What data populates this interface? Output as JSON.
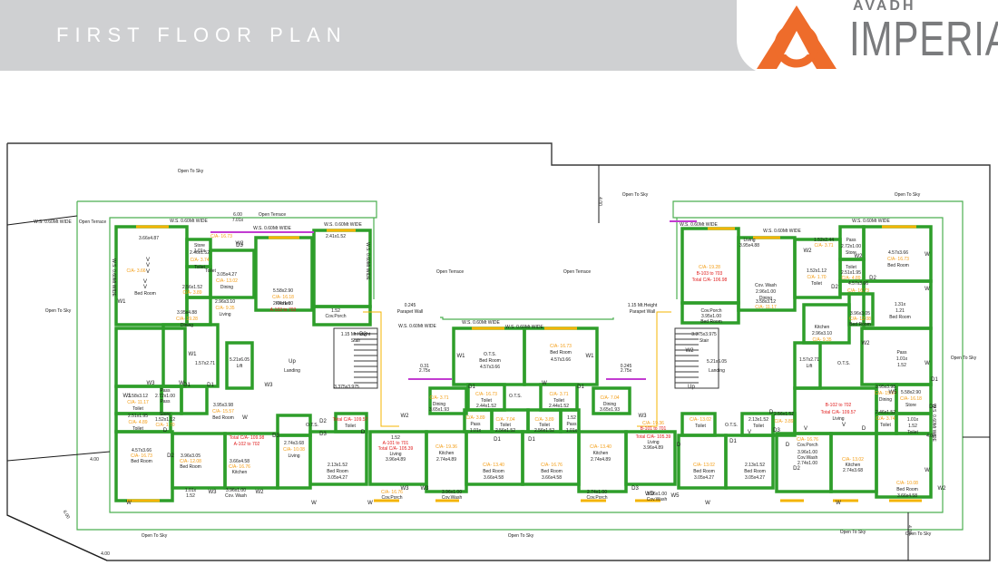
{
  "header": {
    "title": "FIRST FLOOR PLAN",
    "brand_top": "AVADH",
    "brand_main": "IMPERIA"
  },
  "colors": {
    "banner": "#cfd0d2",
    "wall": "#2e9e2a",
    "outline": "#3a3a3a",
    "door": "#f4b400",
    "plot_line": "#4caf50",
    "area_text": "#f39c12",
    "unit_text": "#e01b1b",
    "brand_orange": "#ee6c2b"
  },
  "labels": [
    {
      "t": "Open To Sky",
      "c": "k"
    },
    {
      "t": "Open To Sky",
      "c": "k"
    },
    {
      "t": "Open To Sky",
      "c": "k"
    },
    {
      "t": "Open To Sky",
      "c": "k"
    },
    {
      "t": "Open To Sky",
      "c": "k"
    },
    {
      "t": "Open To Sky",
      "c": "k"
    },
    {
      "t": "Open To Sky",
      "c": "k"
    },
    {
      "t": "Open To Sky",
      "c": "k"
    },
    {
      "t": "Open To Sky",
      "c": "k"
    },
    {
      "t": "Open Terrace",
      "c": "k"
    },
    {
      "t": "Open Terrace",
      "c": "k"
    },
    {
      "t": "Open Terrace",
      "c": "k"
    },
    {
      "t": "Open Terrace",
      "c": "k"
    },
    {
      "t": "W.S. 0.60Mt WIDE",
      "c": "k"
    },
    {
      "t": "W.S. 0.60Mt WIDE",
      "c": "k"
    },
    {
      "t": "W.S. 0.60Mt WIDE",
      "c": "k"
    },
    {
      "t": "W.S. 0.60Mt WIDE",
      "c": "k"
    },
    {
      "t": "W.S. 0.60Mt WIDE",
      "c": "k"
    },
    {
      "t": "W.S. 0.60Mt WIDE",
      "c": "k"
    },
    {
      "t": "W.S. 0.60Mt WIDE",
      "c": "k"
    },
    {
      "t": "W.S. 0.60Mt WIDE",
      "c": "k"
    },
    {
      "t": "W.S. 0.60Mt WIDE",
      "c": "k"
    },
    {
      "t": "W.S. 0.60Mt WIDE",
      "c": "k"
    },
    {
      "t": "W.S. 0.60Mt WIDE",
      "c": "k"
    },
    {
      "t": "W.S. 0.60Mt WIDE",
      "c": "k"
    },
    {
      "t": "W.S. 0.60Mt WIDE",
      "c": "k"
    },
    {
      "t": "4.00",
      "c": "k"
    },
    {
      "t": "4.00",
      "c": "k"
    },
    {
      "t": "4.00",
      "c": "k"
    },
    {
      "t": "4.00",
      "c": "k"
    },
    {
      "t": "4.00",
      "c": "k"
    },
    {
      "t": "6.00",
      "c": "k"
    },
    {
      "t": "6.00",
      "c": "k"
    },
    {
      "t": "7.01x",
      "c": "k"
    },
    {
      "t": "0.31",
      "c": "k"
    },
    {
      "t": "2.75x",
      "c": "k"
    },
    {
      "t": "0.245",
      "c": "k"
    },
    {
      "t": "2.75x",
      "c": "k"
    },
    {
      "t": "0.245",
      "c": "k"
    },
    {
      "t": "Parapet Wall",
      "c": "k"
    },
    {
      "t": "1.15 Mt.Height",
      "c": "k"
    },
    {
      "t": "Parapet Wall",
      "c": "k"
    },
    {
      "t": "1.15 Mt.Height",
      "c": "k"
    },
    {
      "t": "Stair",
      "c": "k"
    },
    {
      "t": "3.375x3.975",
      "c": "k"
    },
    {
      "t": "Stair",
      "c": "k"
    },
    {
      "t": "3.375x3.975",
      "c": "k"
    },
    {
      "t": "Up",
      "c": "k"
    },
    {
      "t": "Up",
      "c": "k"
    },
    {
      "t": "Landing",
      "c": "k"
    },
    {
      "t": "5.21x6.05",
      "c": "k"
    },
    {
      "t": "Landing",
      "c": "k"
    },
    {
      "t": "5.21x6.05",
      "c": "k"
    },
    {
      "t": "Lift",
      "c": "k"
    },
    {
      "t": "1.57x2.71",
      "c": "k"
    },
    {
      "t": "Lift",
      "c": "k"
    },
    {
      "t": "1.57x2.71",
      "c": "k"
    },
    {
      "t": "O.T.S.",
      "c": "k"
    },
    {
      "t": "O.T.S.",
      "c": "k"
    },
    {
      "t": "O.T.S.",
      "c": "k"
    },
    {
      "t": "O.T.S.",
      "c": "k"
    },
    {
      "t": "O.T.S.",
      "c": "k"
    },
    {
      "t": "Bed Room",
      "c": "k"
    },
    {
      "t": "4.57x3.66",
      "c": "k"
    },
    {
      "t": "C/A- 16.73",
      "c": "o"
    },
    {
      "t": "Bed Room",
      "c": "k"
    },
    {
      "t": "4.57x3.66",
      "c": "k"
    },
    {
      "t": "C/A- 16.73",
      "c": "o"
    },
    {
      "t": "Toilet",
      "c": "k"
    },
    {
      "t": "2.44x1.52",
      "c": "k"
    },
    {
      "t": "C/A- 3.71",
      "c": "o"
    },
    {
      "t": "Toilet",
      "c": "k"
    },
    {
      "t": "2.44x1.52",
      "c": "k"
    },
    {
      "t": "C/A- 3.71",
      "c": "o"
    },
    {
      "t": "Dining",
      "c": "k"
    },
    {
      "t": "3.65x1.93",
      "c": "k"
    },
    {
      "t": "C/A- 7.04",
      "c": "o"
    },
    {
      "t": "Dining",
      "c": "k"
    },
    {
      "t": "3.65x1.93",
      "c": "k"
    },
    {
      "t": "C/A- 7.04",
      "c": "o"
    },
    {
      "t": "Toilet",
      "c": "k"
    },
    {
      "t": "2.56x1.52",
      "c": "k"
    },
    {
      "t": "C/A- 3.89",
      "c": "o"
    },
    {
      "t": "Toilet",
      "c": "k"
    },
    {
      "t": "2.56x1.52",
      "c": "k"
    },
    {
      "t": "C/A- 3.89",
      "c": "o"
    },
    {
      "t": "Pass",
      "c": "k"
    },
    {
      "t": "1.01x",
      "c": "k"
    },
    {
      "t": "1.52",
      "c": "k"
    },
    {
      "t": "Pass",
      "c": "k"
    },
    {
      "t": "1.01x",
      "c": "k"
    },
    {
      "t": "1.52",
      "c": "k"
    },
    {
      "t": "A-101 to 701",
      "c": "r"
    },
    {
      "t": "Total C/A- 105.39",
      "c": "r"
    },
    {
      "t": "Living",
      "c": "k"
    },
    {
      "t": "3.96x4.89",
      "c": "k"
    },
    {
      "t": "C/A- 19.36",
      "c": "o"
    },
    {
      "t": "B-101 to 701",
      "c": "r"
    },
    {
      "t": "Total C/A- 105.39",
      "c": "r"
    },
    {
      "t": "Living",
      "c": "k"
    },
    {
      "t": "3.96x4.89",
      "c": "k"
    },
    {
      "t": "C/A- 19.36",
      "c": "o"
    },
    {
      "t": "Kitchen",
      "c": "k"
    },
    {
      "t": "2.74x4.89",
      "c": "k"
    },
    {
      "t": "C/A- 13.40",
      "c": "o"
    },
    {
      "t": "Kitchen",
      "c": "k"
    },
    {
      "t": "2.74x4.89",
      "c": "k"
    },
    {
      "t": "C/A- 13.40",
      "c": "o"
    },
    {
      "t": "Bed Room",
      "c": "k"
    },
    {
      "t": "3.66x4.58",
      "c": "k"
    },
    {
      "t": "C/A- 16.76",
      "c": "o"
    },
    {
      "t": "Bed Room",
      "c": "k"
    },
    {
      "t": "3.66x4.58",
      "c": "k"
    },
    {
      "t": "C/A- 16.76",
      "c": "o"
    },
    {
      "t": "Cov.Porch",
      "c": "k"
    },
    {
      "t": "3.96x1.00",
      "c": "k"
    },
    {
      "t": "Cov.Wash",
      "c": "k"
    },
    {
      "t": "2.74x1.00",
      "c": "k"
    },
    {
      "t": "Cov.Porch",
      "c": "k"
    },
    {
      "t": "3.96x1.00",
      "c": "k"
    },
    {
      "t": "Cov.Wash",
      "c": "k"
    },
    {
      "t": "2.74x1.00",
      "c": "k"
    },
    {
      "t": "A-103 to 703",
      "c": "r"
    },
    {
      "t": "Total C/A- 109.98",
      "c": "r"
    },
    {
      "t": "A-102 to 702",
      "c": "r"
    },
    {
      "t": "Total C/A- 109.57",
      "c": "r"
    },
    {
      "t": "Toilet",
      "c": "k"
    },
    {
      "t": "2.13x1.52",
      "c": "k"
    },
    {
      "t": "Bed Room",
      "c": "k"
    },
    {
      "t": "3.05x4.27",
      "c": "k"
    },
    {
      "t": "C/A- 13.02",
      "c": "o"
    },
    {
      "t": "Bed Room",
      "c": "k"
    },
    {
      "t": "3.05x4.27",
      "c": "k"
    },
    {
      "t": "C/A- 13.02",
      "c": "o"
    },
    {
      "t": "Toilet",
      "c": "k"
    },
    {
      "t": "2.13x1.52",
      "c": "k"
    },
    {
      "t": "Toilet",
      "c": "k"
    },
    {
      "t": "2.13x1.52",
      "c": "k"
    },
    {
      "t": "Bed Room",
      "c": "k"
    },
    {
      "t": "3.05x4.27",
      "c": "k"
    },
    {
      "t": "C/A- 13.02",
      "c": "o"
    },
    {
      "t": "Kitchen",
      "c": "k"
    },
    {
      "t": "2.74x3.68",
      "c": "k"
    },
    {
      "t": "C/A- 10.08",
      "c": "o"
    },
    {
      "t": "Bed Room",
      "c": "k"
    },
    {
      "t": "3.66x4.58",
      "c": "k"
    },
    {
      "t": "C/A- 16.76",
      "c": "o"
    },
    {
      "t": "Cov.Porch",
      "c": "k"
    },
    {
      "t": "3.96x1.00",
      "c": "k"
    },
    {
      "t": "Cov.Wash",
      "c": "k"
    },
    {
      "t": "2.74x1.00",
      "c": "k"
    },
    {
      "t": "B-102 to 702",
      "c": "r"
    },
    {
      "t": "Total C/A- 109.57",
      "c": "r"
    },
    {
      "t": "Living",
      "c": "k"
    },
    {
      "t": "3.95x3.98",
      "c": "k"
    },
    {
      "t": "C/A- 15.57",
      "c": "o"
    },
    {
      "t": "Dining",
      "c": "k"
    },
    {
      "t": "5.58x2.90",
      "c": "k"
    },
    {
      "t": "C/A- 16.18",
      "c": "o"
    },
    {
      "t": "Store",
      "c": "k"
    },
    {
      "t": "1.01x",
      "c": "k"
    },
    {
      "t": "1.52",
      "c": "k"
    },
    {
      "t": "Toilet",
      "c": "k"
    },
    {
      "t": "2.46x1.52",
      "c": "k"
    },
    {
      "t": "C/A- 3.74",
      "c": "o"
    },
    {
      "t": "Toilet",
      "c": "k"
    },
    {
      "t": "2.56x1.52",
      "c": "k"
    },
    {
      "t": "C/A- 3.89",
      "c": "o"
    },
    {
      "t": "Pass",
      "c": "k"
    },
    {
      "t": "1.01x",
      "c": "k"
    },
    {
      "t": "1.52",
      "c": "k"
    },
    {
      "t": "1.31x",
      "c": "k"
    },
    {
      "t": "1.21",
      "c": "k"
    },
    {
      "t": "Bed Room",
      "c": "k"
    },
    {
      "t": "4.57x3.66",
      "c": "k"
    },
    {
      "t": "C/A- 16.73",
      "c": "o"
    },
    {
      "t": "Bed Room",
      "c": "k"
    },
    {
      "t": "3.96x3.05",
      "c": "k"
    },
    {
      "t": "C/A- 12.08",
      "c": "o"
    },
    {
      "t": "Bed Room",
      "c": "k"
    },
    {
      "t": "4.57x3.66",
      "c": "k"
    },
    {
      "t": "C/A- 16.73",
      "c": "o"
    },
    {
      "t": "Toilet",
      "c": "k"
    },
    {
      "t": "2.51x1.95",
      "c": "k"
    },
    {
      "t": "C/A- 4.89",
      "c": "o"
    },
    {
      "t": "Pass",
      "c": "k"
    },
    {
      "t": "2.72x1.00",
      "c": "k"
    },
    {
      "t": "Store",
      "c": "k"
    },
    {
      "t": "1.52x1.12",
      "c": "k"
    },
    {
      "t": "C/A- 1.70",
      "c": "o"
    },
    {
      "t": "Toilet",
      "c": "k"
    },
    {
      "t": "1.52x2.44",
      "c": "k"
    },
    {
      "t": "C/A- 3.71",
      "c": "o"
    },
    {
      "t": "Kitchen",
      "c": "k"
    },
    {
      "t": "2.96x3.10",
      "c": "k"
    },
    {
      "t": "C/A- 9.35",
      "c": "o"
    },
    {
      "t": "Cov. Wash",
      "c": "k"
    },
    {
      "t": "2.96x1.00",
      "c": "k"
    },
    {
      "t": "Dining",
      "c": "k"
    },
    {
      "t": "3.58x3.12",
      "c": "k"
    },
    {
      "t": "C/A- 11.17",
      "c": "o"
    },
    {
      "t": "Living",
      "c": "k"
    },
    {
      "t": "3.95x4.88",
      "c": "k"
    },
    {
      "t": "C/A- 19.28",
      "c": "o"
    },
    {
      "t": "B-103 to 703",
      "c": "r"
    },
    {
      "t": "Total C/A- 106.98",
      "c": "r"
    },
    {
      "t": "Cov.Porch",
      "c": "k"
    },
    {
      "t": "3.95x1.00",
      "c": "k"
    },
    {
      "t": "Bed Room",
      "c": "k"
    },
    {
      "t": "3.66x4.87",
      "c": "k"
    },
    {
      "t": "C/A- 16.73",
      "c": "o"
    },
    {
      "t": "Toilet",
      "c": "k"
    },
    {
      "t": "2.41x1.52",
      "c": "k"
    },
    {
      "t": "C/A- 3.66",
      "c": "o"
    },
    {
      "t": "W",
      "c": "k"
    },
    {
      "t": "W",
      "c": "k"
    },
    {
      "t": "W",
      "c": "k"
    },
    {
      "t": "W",
      "c": "k"
    },
    {
      "t": "W",
      "c": "k"
    },
    {
      "t": "W",
      "c": "k"
    },
    {
      "t": "W",
      "c": "k"
    },
    {
      "t": "W",
      "c": "k"
    },
    {
      "t": "W",
      "c": "k"
    },
    {
      "t": "W",
      "c": "k"
    },
    {
      "t": "W",
      "c": "k"
    },
    {
      "t": "W",
      "c": "k"
    },
    {
      "t": "W1",
      "c": "k"
    },
    {
      "t": "W1",
      "c": "k"
    },
    {
      "t": "W1",
      "c": "k"
    },
    {
      "t": "W1",
      "c": "k"
    },
    {
      "t": "W1",
      "c": "k"
    },
    {
      "t": "W2",
      "c": "k"
    },
    {
      "t": "W2",
      "c": "k"
    },
    {
      "t": "W2",
      "c": "k"
    },
    {
      "t": "W2",
      "c": "k"
    },
    {
      "t": "W2",
      "c": "k"
    },
    {
      "t": "W2",
      "c": "k"
    },
    {
      "t": "W2",
      "c": "k"
    },
    {
      "t": "W2",
      "c": "k"
    },
    {
      "t": "W3",
      "c": "k"
    },
    {
      "t": "W3",
      "c": "k"
    },
    {
      "t": "W3",
      "c": "k"
    },
    {
      "t": "W3",
      "c": "k"
    },
    {
      "t": "W3",
      "c": "k"
    },
    {
      "t": "W3",
      "c": "k"
    },
    {
      "t": "W5",
      "c": "k"
    },
    {
      "t": "W5",
      "c": "k"
    },
    {
      "t": "WD",
      "c": "k"
    },
    {
      "t": "D",
      "c": "k"
    },
    {
      "t": "D",
      "c": "k"
    },
    {
      "t": "D",
      "c": "k"
    },
    {
      "t": "D",
      "c": "k"
    },
    {
      "t": "D",
      "c": "k"
    },
    {
      "t": "D",
      "c": "k"
    },
    {
      "t": "D1",
      "c": "k"
    },
    {
      "t": "D1",
      "c": "k"
    },
    {
      "t": "D1",
      "c": "k"
    },
    {
      "t": "D1",
      "c": "k"
    },
    {
      "t": "D1",
      "c": "k"
    },
    {
      "t": "D1",
      "c": "k"
    },
    {
      "t": "D1",
      "c": "k"
    },
    {
      "t": "D1",
      "c": "k"
    },
    {
      "t": "D2",
      "c": "k"
    },
    {
      "t": "D2",
      "c": "k"
    },
    {
      "t": "D2",
      "c": "k"
    },
    {
      "t": "D2",
      "c": "k"
    },
    {
      "t": "D2",
      "c": "k"
    },
    {
      "t": "D2",
      "c": "k"
    },
    {
      "t": "D3",
      "c": "k"
    },
    {
      "t": "D3",
      "c": "k"
    },
    {
      "t": "D3",
      "c": "k"
    },
    {
      "t": "D3",
      "c": "k"
    },
    {
      "t": "D3",
      "c": "k"
    },
    {
      "t": "D3",
      "c": "k"
    },
    {
      "t": "V",
      "c": "k"
    },
    {
      "t": "V",
      "c": "k"
    },
    {
      "t": "V",
      "c": "k"
    },
    {
      "t": "V",
      "c": "k"
    },
    {
      "t": "V",
      "c": "k"
    },
    {
      "t": "V",
      "c": "k"
    },
    {
      "t": "V",
      "c": "k"
    },
    {
      "t": "V",
      "c": "k"
    },
    {
      "t": "Bed Room",
      "c": "k"
    },
    {
      "t": "4.57x3.66",
      "c": "k"
    },
    {
      "t": "C/A- 16.73",
      "c": "o"
    },
    {
      "t": "Bed Room",
      "c": "k"
    },
    {
      "t": "3.96x3.05",
      "c": "k"
    },
    {
      "t": "C/A- 12.08",
      "c": "o"
    },
    {
      "t": "Bed Room",
      "c": "k"
    },
    {
      "t": "3.66x4.58",
      "c": "k"
    },
    {
      "t": "C/A- 16.76",
      "c": "o"
    },
    {
      "t": "Kitchen",
      "c": "k"
    },
    {
      "t": "2.74x3.68",
      "c": "k"
    },
    {
      "t": "C/A- 10.08",
      "c": "o"
    },
    {
      "t": "Living",
      "c": "k"
    },
    {
      "t": "3.95x3.98",
      "c": "k"
    },
    {
      "t": "C/A- 15.57",
      "c": "o"
    },
    {
      "t": "Bed Room",
      "c": "k"
    },
    {
      "t": "3.05x4.27",
      "c": "k"
    },
    {
      "t": "C/A- 13.02",
      "c": "o"
    },
    {
      "t": "Dining",
      "c": "k"
    },
    {
      "t": "5.58x2.90",
      "c": "k"
    },
    {
      "t": "C/A- 16.18",
      "c": "o"
    },
    {
      "t": "Kitchen",
      "c": "k"
    },
    {
      "t": "2.96x3.10",
      "c": "k"
    },
    {
      "t": "C/A- 9.35",
      "c": "o"
    },
    {
      "t": "Living",
      "c": "k"
    },
    {
      "t": "3.95x4.88",
      "c": "k"
    },
    {
      "t": "C/A- 19.28",
      "c": "o"
    },
    {
      "t": "Dining",
      "c": "k"
    },
    {
      "t": "3.58x3.12",
      "c": "k"
    },
    {
      "t": "C/A- 11.17",
      "c": "o"
    },
    {
      "t": "Toilet",
      "c": "k"
    },
    {
      "t": "2.51x1.95",
      "c": "k"
    },
    {
      "t": "C/A- 4.89",
      "c": "o"
    },
    {
      "t": "Toilet",
      "c": "k"
    },
    {
      "t": "2.46x1.52",
      "c": "k"
    },
    {
      "t": "C/A- 3.74",
      "c": "o"
    },
    {
      "t": "Toilet",
      "c": "k"
    },
    {
      "t": "2.56x1.52",
      "c": "k"
    },
    {
      "t": "C/A- 3.89",
      "c": "o"
    },
    {
      "t": "Store",
      "c": "k"
    },
    {
      "t": "1.52x1.12",
      "c": "k"
    },
    {
      "t": "C/A- 1.70",
      "c": "o"
    },
    {
      "t": "Pass",
      "c": "k"
    },
    {
      "t": "2.72x1.00",
      "c": "k"
    },
    {
      "t": "Pass",
      "c": "k"
    },
    {
      "t": "1.01x",
      "c": "k"
    },
    {
      "t": "1.52",
      "c": "k"
    },
    {
      "t": "Store",
      "c": "k"
    },
    {
      "t": "1.01x",
      "c": "k"
    },
    {
      "t": "1.52",
      "c": "k"
    },
    {
      "t": "Cov.Porch",
      "c": "k"
    },
    {
      "t": "3.96x1.00",
      "c": "k"
    },
    {
      "t": "Cov. Wash",
      "c": "k"
    },
    {
      "t": "2.96x1.00",
      "c": "k"
    },
    {
      "t": "Cov.Porch",
      "c": "k"
    },
    {
      "t": "3.95x1.00",
      "c": "k"
    },
    {
      "t": "Cov.Wash",
      "c": "k"
    },
    {
      "t": "2.74x1.00",
      "c": "k"
    }
  ]
}
